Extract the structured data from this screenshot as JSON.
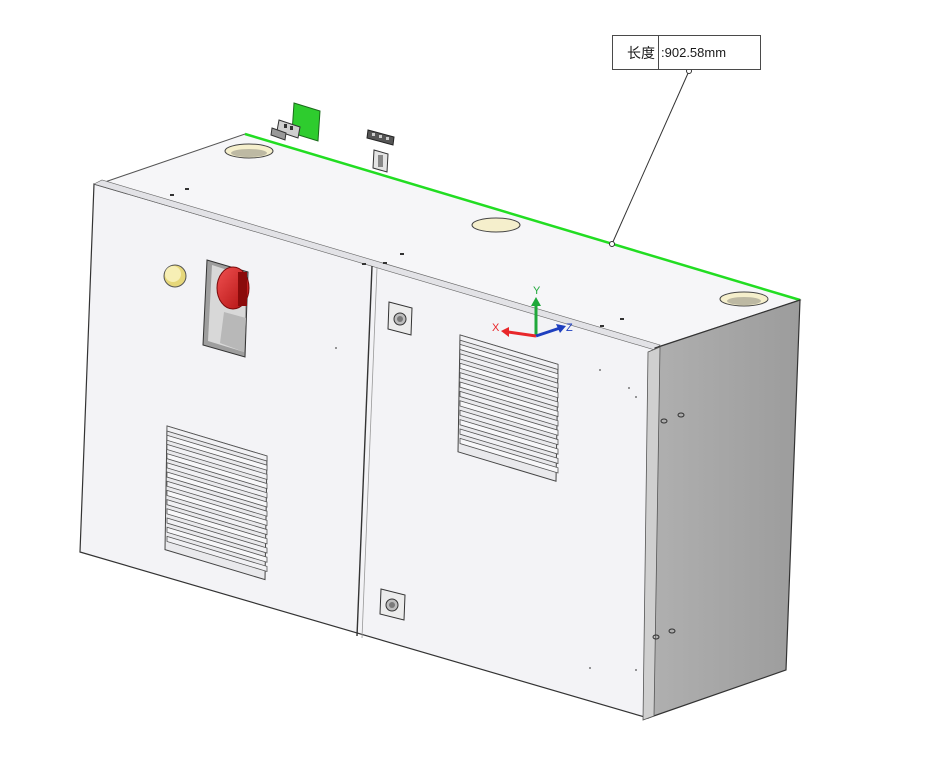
{
  "measurement": {
    "label": "长度",
    "separator": ":",
    "value": "902.58mm",
    "line_color": "#22dd22"
  },
  "triad": {
    "x_label": "X",
    "y_label": "Y",
    "z_label": "Z",
    "x_color": "#e8262a",
    "y_color": "#1fa83a",
    "z_color": "#1e3fbf"
  },
  "model": {
    "body_color": "#f4f4f6",
    "side_color": "#a4a4a4",
    "emergency_button_color": "#d4242a",
    "indicator_lamp_color": "#f3e99a",
    "pcb_color": "#2ecc2e"
  },
  "icons": [
    "triad-icon",
    "dimension-leader-icon"
  ]
}
